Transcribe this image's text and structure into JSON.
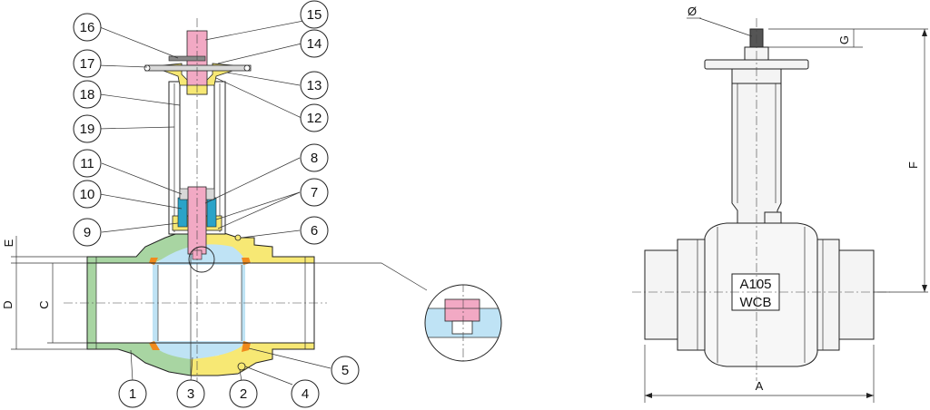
{
  "colors": {
    "body_green": "#a8d5a2",
    "end_yellow": "#f7e874",
    "stem_pink": "#f2a9c4",
    "ball_blue": "#bfe3f5",
    "seat_orange": "#f08a1c",
    "packing_blue": "#2aa3c8",
    "detail_yellow": "#f3e27a",
    "steel_grey": "#d8d8d8"
  },
  "callouts": [
    {
      "id": "1",
      "label": "1"
    },
    {
      "id": "2",
      "label": "2"
    },
    {
      "id": "3",
      "label": "3"
    },
    {
      "id": "4",
      "label": "4"
    },
    {
      "id": "5",
      "label": "5"
    },
    {
      "id": "6",
      "label": "6"
    },
    {
      "id": "7",
      "label": "7"
    },
    {
      "id": "8",
      "label": "8"
    },
    {
      "id": "9",
      "label": "9"
    },
    {
      "id": "10",
      "label": "10"
    },
    {
      "id": "11",
      "label": "11"
    },
    {
      "id": "12",
      "label": "12"
    },
    {
      "id": "13",
      "label": "13"
    },
    {
      "id": "14",
      "label": "14"
    },
    {
      "id": "15",
      "label": "15"
    },
    {
      "id": "16",
      "label": "16"
    },
    {
      "id": "17",
      "label": "17"
    },
    {
      "id": "18",
      "label": "18"
    },
    {
      "id": "19",
      "label": "19"
    }
  ],
  "dimensions": {
    "E": "E",
    "D": "D",
    "C": "C",
    "A": "A",
    "F": "F",
    "G": "G",
    "diameter": "Ø"
  },
  "body_marking": {
    "line1": "A105",
    "line2": "WCB"
  }
}
